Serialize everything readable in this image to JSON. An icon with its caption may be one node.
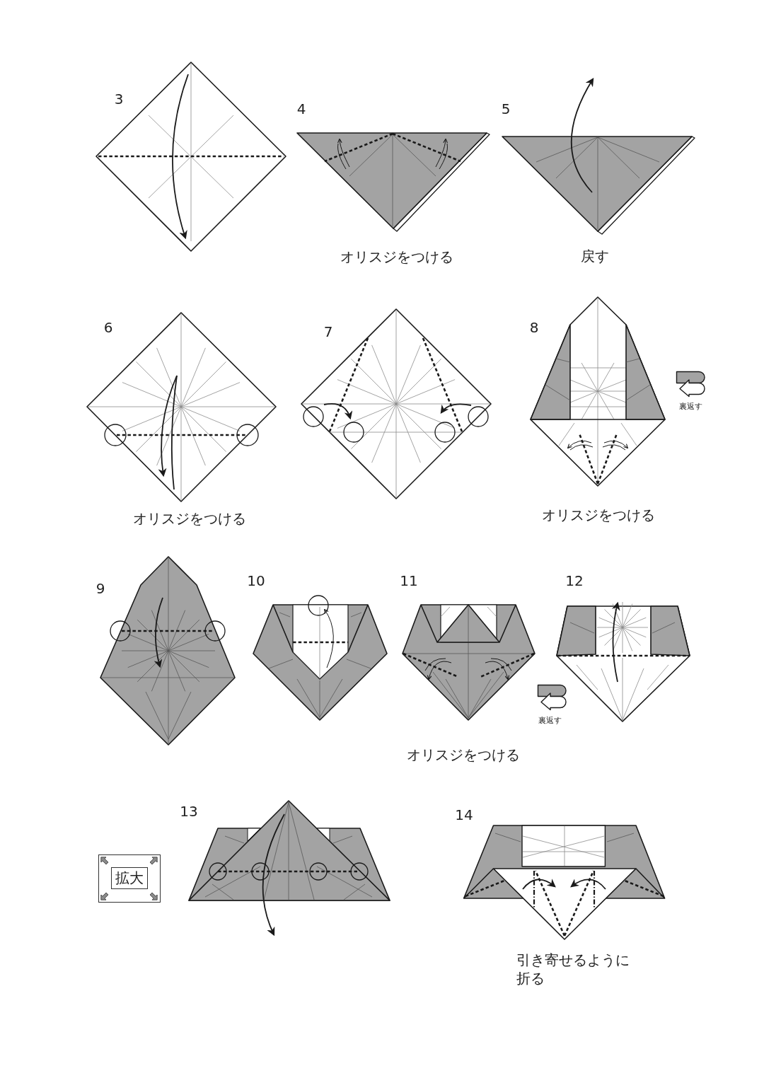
{
  "diagram": {
    "labels": [
      "3",
      "4",
      "5",
      "オリスジをつける",
      "戻す",
      "6",
      "7",
      "8",
      "裏返す",
      "オリスジをつける",
      "オリスジをつける",
      "9",
      "10",
      "11",
      "12",
      "裏返す",
      "オリスジをつける",
      "13",
      "14",
      "拡大",
      "引き寄せるように折る"
    ]
  }
}
